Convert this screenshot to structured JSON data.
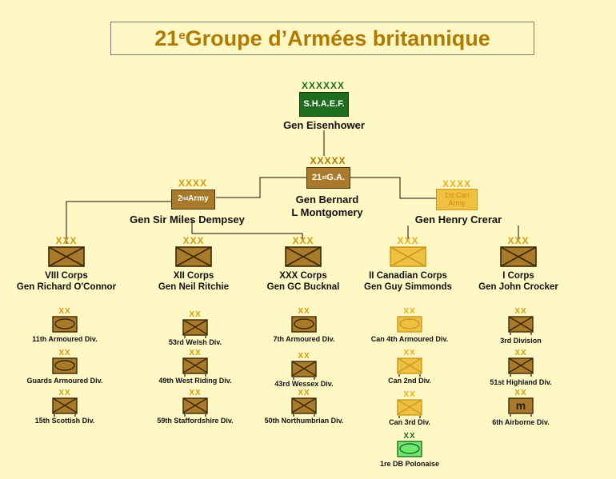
{
  "title": {
    "main": "21",
    "sup": "e",
    "rest": " Groupe d’Armées britannique"
  },
  "colors": {
    "bg": "#fff8c4",
    "brown": "#a87a2a",
    "gold": "#e8b020",
    "amber": "#f0c040",
    "green": "#1e6e1e",
    "lightgreen": "#6ee86e"
  },
  "shaef": {
    "echelon": "XXXXXX",
    "box": "S.H.A.E.F.",
    "commander": "Gen Eisenhower"
  },
  "group": {
    "echelon": "XXXXX",
    "box_main": "21",
    "box_sup": "st",
    "box_rest": " G.A.",
    "commander_line1": "Gen Bernard",
    "commander_line2": "L Montgomery"
  },
  "second_army": {
    "echelon": "XXXX",
    "box_sup": "nd",
    "box_main": "2",
    "box_rest": " Army",
    "commander": "Gen Sir Miles Dempsey"
  },
  "first_can_army": {
    "echelon": "XXXX",
    "box": "1st Can Army",
    "commander": "Gen Henry Crerar"
  },
  "corps": [
    {
      "echelon": "XXX",
      "name": "VIII Corps",
      "commander": "Gen Richard O'Connor"
    },
    {
      "echelon": "XXX",
      "name": "XII Corps",
      "commander": "Gen Neil Ritchie"
    },
    {
      "echelon": "XXX",
      "name": "XXX Corps",
      "commander": "Gen GC Bucknal"
    },
    {
      "echelon": "XXX",
      "name": "II Canadian Corps",
      "commander": "Gen Guy Simmonds"
    },
    {
      "echelon": "XXX",
      "name": "I Corps",
      "commander": "Gen John Crocker"
    }
  ],
  "divisions": [
    [
      {
        "echelon": "XX",
        "name": "11th  Armoured Div.",
        "type": "armoured"
      },
      {
        "echelon": "XX",
        "name": "Guards Armoured Div.",
        "type": "armoured"
      },
      {
        "echelon": "XX",
        "name": "15th Scottish Div.",
        "type": "infantry"
      }
    ],
    [
      {
        "echelon": "XX",
        "name": "53rd Welsh Div.",
        "type": "infantry"
      },
      {
        "echelon": "XX",
        "name": "49th West Riding Div.",
        "type": "infantry"
      },
      {
        "echelon": "XX",
        "name": "59th Staffordshire Div.",
        "type": "infantry"
      }
    ],
    [
      {
        "echelon": "XX",
        "name": "7th  Armoured Div.",
        "type": "armoured"
      },
      {
        "echelon": "XX",
        "name": "43rd Wessex Div.",
        "type": "infantry"
      },
      {
        "echelon": "XX",
        "name": "50th Northumbrian Div.",
        "type": "infantry"
      }
    ],
    [
      {
        "echelon": "XX",
        "name": "Can 4th Armoured Div.",
        "type": "armoured"
      },
      {
        "echelon": "XX",
        "name": "Can 2nd Div.",
        "type": "infantry"
      },
      {
        "echelon": "XX",
        "name": "Can 3rd Div.",
        "type": "infantry"
      },
      {
        "echelon": "XX",
        "name": "1re DB Polonaise",
        "type": "armoured"
      }
    ],
    [
      {
        "echelon": "XX",
        "name": "3rd Division",
        "type": "infantry"
      },
      {
        "echelon": "XX",
        "name": "51st Highland Div.",
        "type": "infantry"
      },
      {
        "echelon": "XX",
        "name": "6th Airborne Div.",
        "type": "airborne",
        "symbol": "m"
      }
    ]
  ]
}
